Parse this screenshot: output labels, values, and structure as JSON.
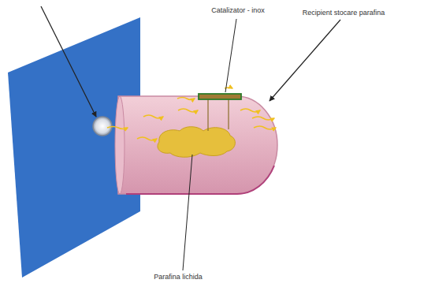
{
  "diagram": {
    "labels": [
      "Catalizator - inox",
      "Recipient stocare parafina",
      "Parafina lichida"
    ]
  }
}
